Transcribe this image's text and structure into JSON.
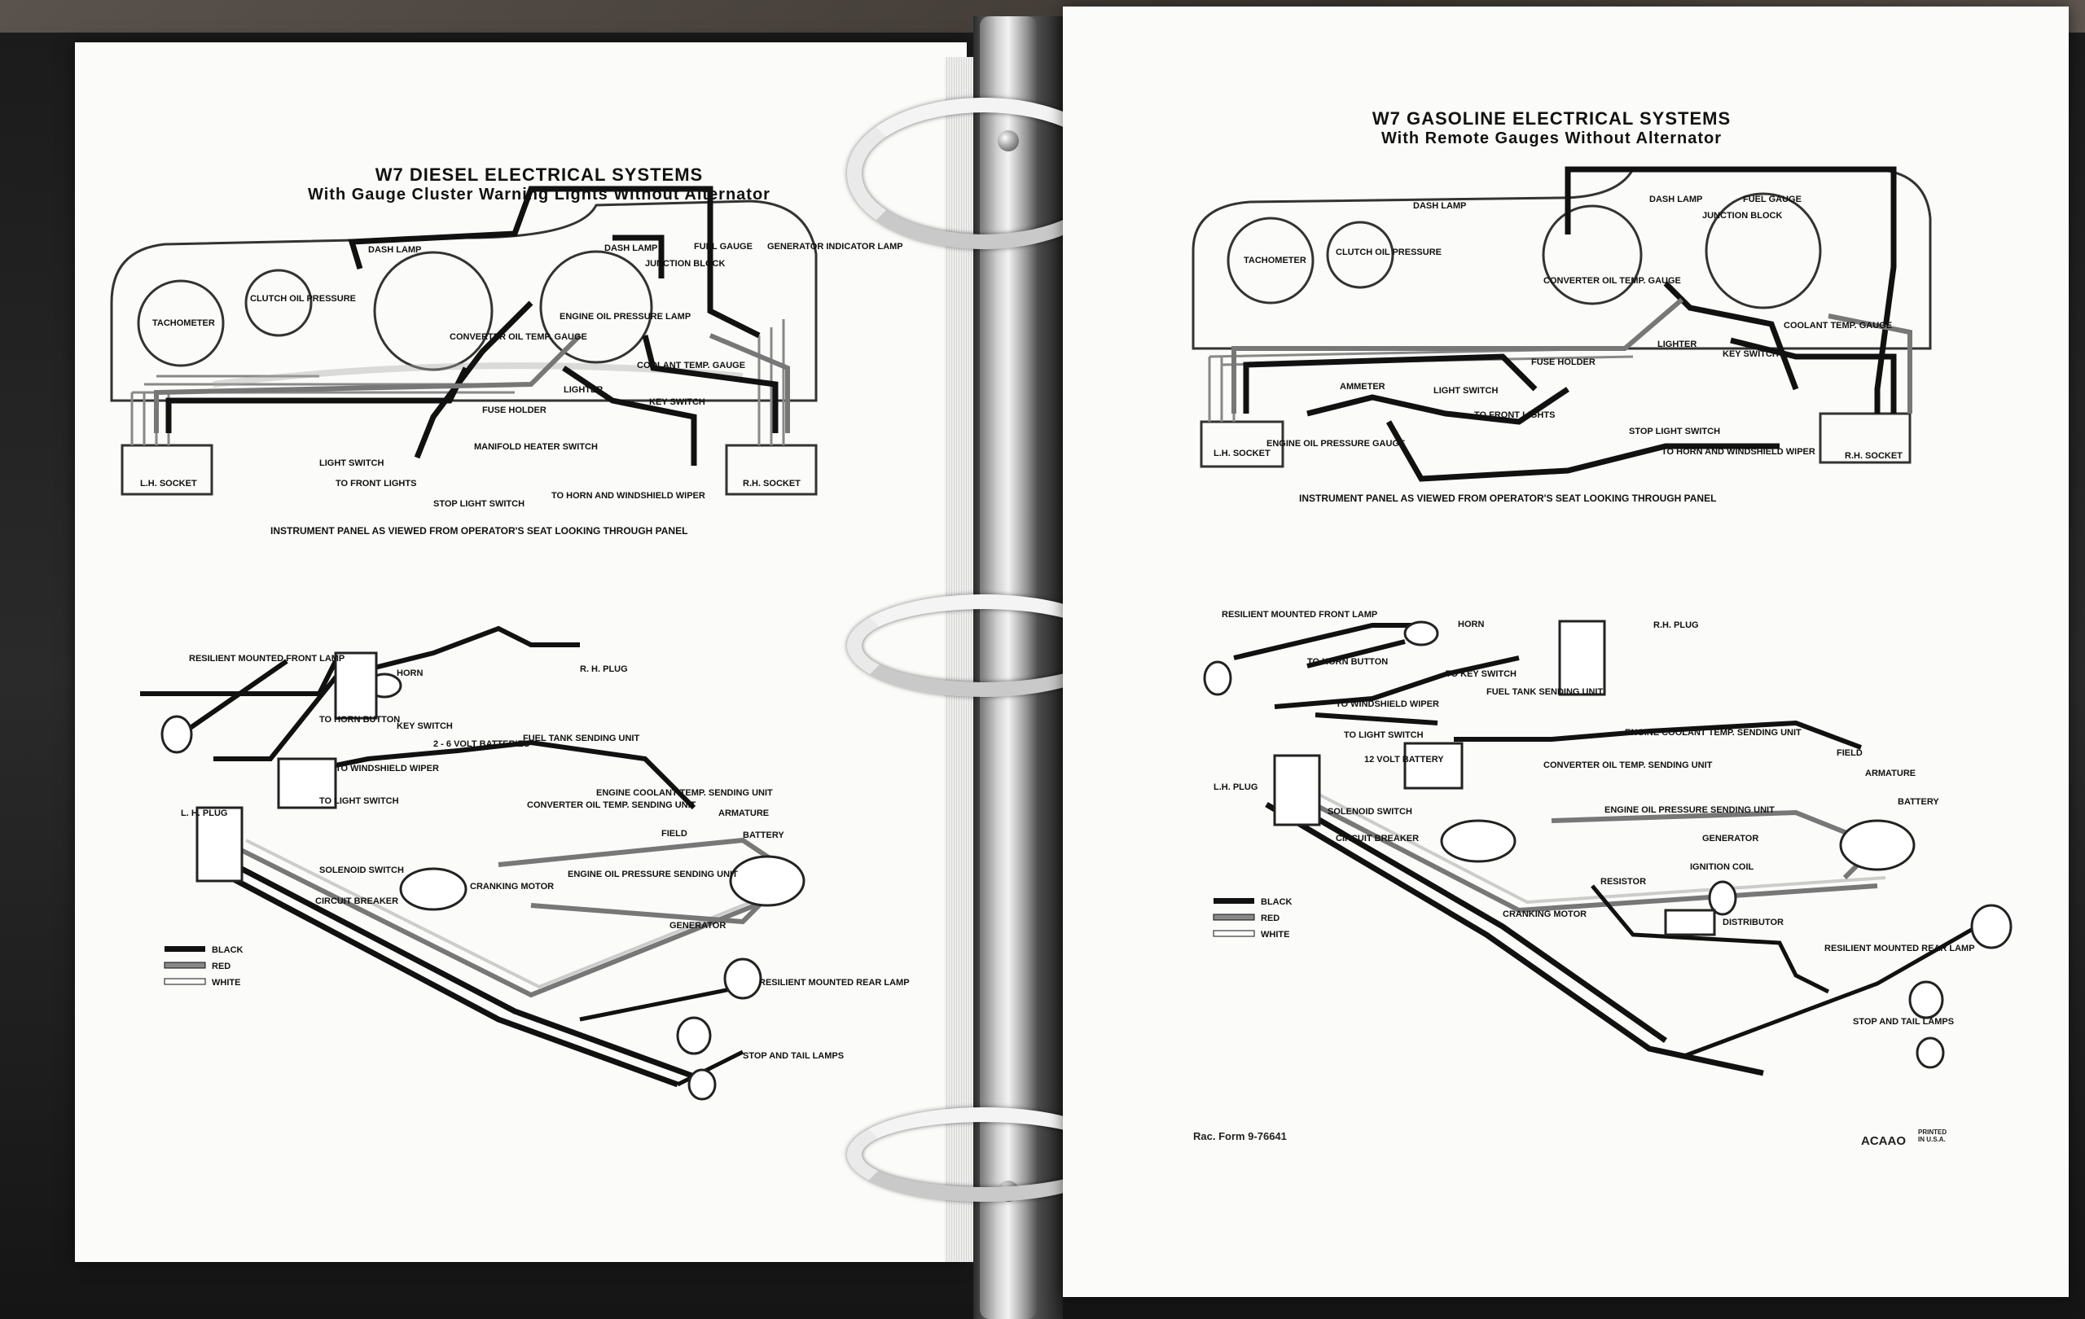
{
  "left_page": {
    "title_line1": "W7 DIESEL ELECTRICAL SYSTEMS",
    "title_line2": "With Gauge Cluster Warning Lights Without Alternator",
    "panel_caption": "INSTRUMENT PANEL AS VIEWED FROM OPERATOR'S SEAT LOOKING THROUGH PANEL",
    "panel_labels": {
      "dash_lamp_1": "DASH LAMP",
      "dash_lamp_2": "DASH LAMP",
      "fuel_gauge": "FUEL GAUGE",
      "generator_indicator": "GENERATOR INDICATOR LAMP",
      "junction_block": "JUNCTION BLOCK",
      "tachometer": "TACHOMETER",
      "clutch_oil": "CLUTCH OIL PRESSURE",
      "engine_oil_lamp": "ENGINE OIL PRESSURE LAMP",
      "converter_gauge": "CONVERTER OIL TEMP. GAUGE",
      "coolant_gauge": "COOLANT TEMP. GAUGE",
      "fuse_holder": "FUSE HOLDER",
      "lighter": "LIGHTER",
      "key_switch": "KEY SWITCH",
      "light_switch": "LIGHT SWITCH",
      "manifold_heater": "MANIFOLD HEATER SWITCH",
      "lh_socket": "L.H. SOCKET",
      "rh_socket": "R.H. SOCKET",
      "to_front_lights": "TO FRONT LIGHTS",
      "stop_light_switch": "STOP LIGHT SWITCH",
      "to_horn_wiper": "TO HORN AND WINDSHIELD WIPER"
    },
    "wiring_labels": {
      "front_lamp": "RESILIENT MOUNTED FRONT LAMP",
      "horn": "HORN",
      "to_horn_button": "TO HORN BUTTON",
      "key_switch": "KEY SWITCH",
      "to_wiper": "TO WINDSHIELD WIPER",
      "batteries": "2 - 6 VOLT BATTERIES",
      "fuel_tank": "FUEL TANK SENDING UNIT",
      "rh_plug": "R. H. PLUG",
      "to_light_switch": "TO LIGHT SWITCH",
      "lh_plug": "L. H. PLUG",
      "engine_coolant": "ENGINE COOLANT TEMP. SENDING UNIT",
      "converter_sending": "CONVERTER OIL TEMP. SENDING UNIT",
      "armature": "ARMATURE",
      "field": "FIELD",
      "battery": "BATTERY",
      "solenoid": "SOLENOID SWITCH",
      "circuit_breaker": "CIRCUIT BREAKER",
      "cranking_motor": "CRANKING MOTOR",
      "engine_oil_sending": "ENGINE OIL PRESSURE SENDING UNIT",
      "generator": "GENERATOR",
      "rear_lamp": "RESILIENT MOUNTED REAR LAMP",
      "stop_tail": "STOP AND TAIL LAMPS"
    },
    "legend": [
      "BLACK",
      "RED",
      "WHITE"
    ]
  },
  "right_page": {
    "title_line1": "W7 GASOLINE ELECTRICAL SYSTEMS",
    "title_line2": "With Remote Gauges Without Alternator",
    "panel_caption": "INSTRUMENT PANEL AS VIEWED FROM OPERATOR'S SEAT LOOKING THROUGH PANEL",
    "panel_labels": {
      "dash_lamp_1": "DASH LAMP",
      "dash_lamp_2": "DASH LAMP",
      "fuel_gauge": "FUEL GAUGE",
      "junction_block": "JUNCTION BLOCK",
      "tachometer": "TACHOMETER",
      "clutch_oil": "CLUTCH OIL PRESSURE",
      "converter_gauge": "CONVERTER OIL TEMP. GAUGE",
      "coolant_gauge": "COOLANT TEMP. GAUGE",
      "lighter": "LIGHTER",
      "key_switch": "KEY SWITCH",
      "fuse_holder": "FUSE HOLDER",
      "ammeter": "AMMETER",
      "light_switch": "LIGHT SWITCH",
      "to_front_lights": "TO FRONT LIGHTS",
      "lh_socket": "L.H. SOCKET",
      "engine_oil_gauge": "ENGINE OIL PRESSURE GAUGE",
      "stop_light_switch": "STOP LIGHT SWITCH",
      "to_horn_wiper": "TO HORN AND WINDSHIELD WIPER",
      "rh_socket": "R.H. SOCKET"
    },
    "wiring_labels": {
      "front_lamp": "RESILIENT MOUNTED FRONT LAMP",
      "horn": "HORN",
      "to_horn_button": "TO HORN BUTTON",
      "to_key_switch": "TO KEY SWITCH",
      "to_wiper": "TO WINDSHIELD WIPER",
      "fuel_tank": "FUEL TANK SENDING UNIT",
      "rh_plug": "R.H. PLUG",
      "to_light_switch": "TO LIGHT SWITCH",
      "battery_12v": "12 VOLT BATTERY",
      "lh_plug": "L.H. PLUG",
      "engine_coolant": "ENGINE COOLANT TEMP. SENDING UNIT",
      "converter_sending": "CONVERTER OIL TEMP. SENDING UNIT",
      "field": "FIELD",
      "armature": "ARMATURE",
      "battery": "BATTERY",
      "solenoid": "SOLENOID SWITCH",
      "circuit_breaker": "CIRCUIT BREAKER",
      "engine_oil_sending": "ENGINE OIL PRESSURE SENDING UNIT",
      "generator": "GENERATOR",
      "resistor": "RESISTOR",
      "ignition_coil": "IGNITION COIL",
      "distributor": "DISTRIBUTOR",
      "cranking_motor": "CRANKING MOTOR",
      "rear_lamp": "RESILIENT MOUNTED REAR LAMP",
      "stop_tail": "STOP AND TAIL LAMPS"
    },
    "legend": [
      "BLACK",
      "RED",
      "WHITE"
    ],
    "form_number": "Rac. Form 9-76641",
    "code": "ACAAO",
    "printed": "PRINTED IN U.S.A."
  },
  "colors": {
    "wire_black": "#111111",
    "wire_red_gray": "#8a8a8a",
    "wire_white": "#f4f4f4",
    "paper": "#fbfbf9"
  }
}
